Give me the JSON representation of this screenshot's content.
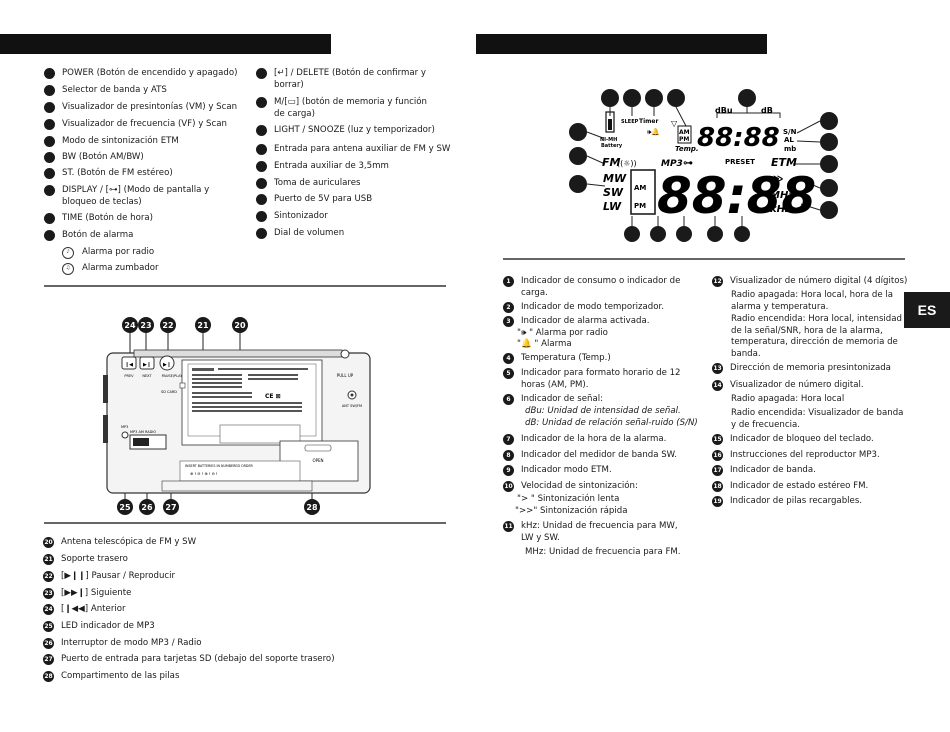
{
  "left_top_list": [
    {
      "text": "POWER (Botón de encendido y apagado)"
    },
    {
      "text": "Selector de banda y ATS"
    },
    {
      "text": "Visualizador de presintonías (VM) y Scan"
    },
    {
      "text": "Visualizador de frecuencia (VF) y Scan"
    },
    {
      "text": "Modo de sintonización ETM"
    },
    {
      "text": "BW (Botón AM/BW)"
    },
    {
      "text": "ST. (Botón de FM estéreo)"
    },
    {
      "text": "DISPLAY / [⊶] (Modo de pantalla y\nbloqueo de teclas)"
    },
    {
      "text": "TIME (Botón de hora)"
    },
    {
      "text": "Botón de alarma"
    }
  ],
  "alarm_sub": [
    {
      "text": "Alarma por radio"
    },
    {
      "text": "Alarma zumbador"
    }
  ],
  "right_top_list": [
    {
      "text": "[↵] / DELETE (Botón de confirmar y\nborrar)"
    },
    {
      "text": "M/[▭] (botón de memoria y función\nde carga)"
    },
    {
      "text": "LIGHT / SNOOZE  (luz y temporizador)"
    },
    {
      "text": "Entrada para antena auxiliar de FM y SW"
    },
    {
      "text": "Entrada auxiliar de 3,5mm"
    },
    {
      "text": "Toma de auriculares"
    },
    {
      "text": "Puerto de 5V para USB"
    },
    {
      "text": "Sintonizador"
    },
    {
      "text": "Dial de volumen"
    }
  ],
  "back_callouts": [
    "24",
    "23",
    "22",
    "21",
    "20",
    "25",
    "26",
    "27",
    "28"
  ],
  "back_labels": {
    "prev": "PREV",
    "next": "NEXT",
    "pause": "PAUSE/PLAY",
    "sdcard": "SD CARD",
    "mp3radio": "MP3   AM   RADIO",
    "open": "OPEN",
    "pullup": "PULL UP",
    "antenna": "ANT SW/FM",
    "batteries": "INSERT BATTERIES IN NUMBERED ORDER",
    "mp3led": "MP3"
  },
  "bottom_left_list": [
    {
      "num": "20",
      "text": "Antena telescópica de FM y SW"
    },
    {
      "num": "21",
      "text": "Soporte trasero"
    },
    {
      "num": "22",
      "text": "[▶❙❙] Pausar / Reproducir"
    },
    {
      "num": "23",
      "text": "[▶▶❙] Siguiente"
    },
    {
      "num": "24",
      "text": "[❙◀◀] Anterior"
    },
    {
      "num": "25",
      "text": "LED indicador de MP3"
    },
    {
      "num": "26",
      "text": "Interruptor de modo MP3 / Radio"
    },
    {
      "num": "27",
      "text": "Puerto de entrada para tarjetas SD (debajo del soporte trasero)"
    },
    {
      "num": "28",
      "text": "Compartimento de las pilas"
    }
  ],
  "lcd": {
    "battery_label": "NI-MH\nBattery",
    "sleep": "SLEEP",
    "timer": "Timer",
    "am": "AM",
    "pm": "PM",
    "temp": "Temp.",
    "dbu": "dBu",
    "db": "dB",
    "sn": "S/N",
    "al": "AL",
    "mb": "mb",
    "fm": "FM",
    "mp3": "MP3",
    "preset": "PRESET",
    "etm": "ETM",
    "mw": "MW",
    "sw": "SW",
    "lw": "LW",
    "mhz": "MHz",
    "khz": "kHz",
    "small_am": "AM",
    "small_pm": "PM",
    "clock": "88:88",
    "freq": "88:88"
  },
  "right_col1": [
    {
      "num": "1",
      "text": "Indicador de consumo o indicador de\ncarga."
    },
    {
      "num": "2",
      "text": "Indicador de modo temporizador."
    },
    {
      "num": "3",
      "text": "Indicador de alarma activada."
    },
    {
      "num": "4",
      "text": "Temperatura (Temp.)"
    },
    {
      "num": "5",
      "text": "Indicador para formato horario de 12\nhoras (AM, PM)."
    },
    {
      "num": "6",
      "text": "Indicador de señal:"
    },
    {
      "num": "7",
      "text": "Indicador de la hora de la alarma."
    },
    {
      "num": "8",
      "text": "Indicador del medidor de banda SW."
    },
    {
      "num": "9",
      "text": "Indicador modo ETM."
    },
    {
      "num": "10",
      "text": "Velocidad de sintonización:"
    },
    {
      "num": "11",
      "text": "kHz: Unidad de frecuencia para MW,\n        LW y SW."
    }
  ],
  "right_col1_sub": {
    "alarm_radio": "\"🕪 \"  Alarma por radio",
    "alarm": "\"🔔 \"  Alarma",
    "dbu_line": "dBu: Unidad de intensidad de señal.",
    "db_line": "dB: Unidad de relación señal-ruido (S/N)",
    "slow": "\">  \" Sintonización lenta",
    "fast": "\">>\" Sintonización rápida",
    "mhz_line": "MHz: Unidad de frecuencia para FM."
  },
  "right_col2": [
    {
      "num": "12",
      "text": "Visualizador de número digital (4 dígitos)"
    },
    {
      "num": "13",
      "text": "Dirección de memoria presintonizada"
    },
    {
      "num": "14",
      "text": "Visualizador de número digital."
    },
    {
      "num": "15",
      "text": "Indicador de bloqueo del teclado."
    },
    {
      "num": "16",
      "text": "Instrucciones del reproductor MP3."
    },
    {
      "num": "17",
      "text": "Indicador de banda."
    },
    {
      "num": "18",
      "text": "Indicador de estado estéreo FM."
    },
    {
      "num": "19",
      "text": "Indicador de pilas recargables."
    }
  ],
  "right_col2_sub": {
    "off12": "Radio apagada: Hora local, hora de la\nalarma y temperatura.",
    "on12": "Radio encendida: Hora local, intensidad\nde la señal/SNR, hora de la alarma,\ntemperatura, dirección de memoria de\nbanda.",
    "off14": "Radio apagada: Hora local",
    "on14": "Radio encendida: Visualizador de banda\ny de frecuencia."
  },
  "lang_tab": "ES"
}
